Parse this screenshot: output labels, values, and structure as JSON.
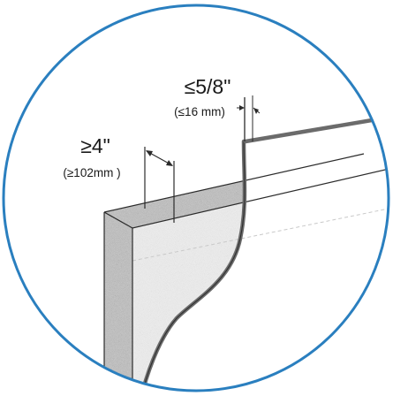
{
  "colors": {
    "frame_ring": "#2a7fbf",
    "board_face": "#ececec",
    "board_edge": "#bfbfbf",
    "outline": "#2b2b2b",
    "flashing": "#6b6b6b"
  },
  "dimensions": {
    "height": {
      "primary": "≥4\"",
      "secondary": "(≥102mm )"
    },
    "gap": {
      "primary": "≤5/8\"",
      "secondary": "(≤16 mm)"
    }
  }
}
